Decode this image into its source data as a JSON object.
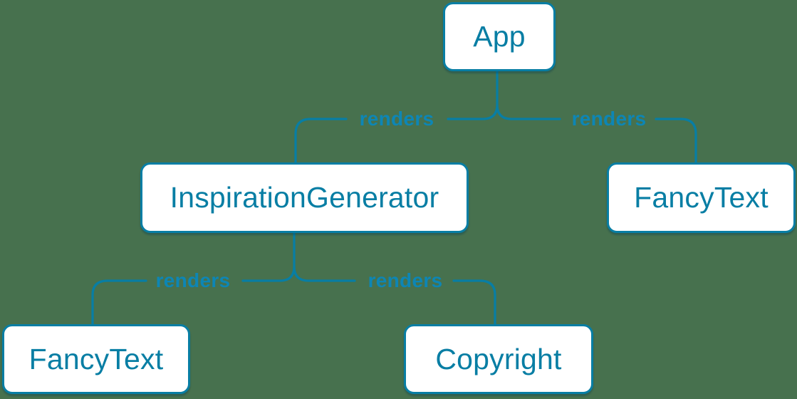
{
  "colors": {
    "background": "#47714e",
    "accent": "#087ea4",
    "edge_label": "#0d86b5",
    "node_fill": "#ffffff"
  },
  "diagram": {
    "type": "component-render-tree",
    "root": "App",
    "nodes": [
      {
        "id": "app",
        "label": "App"
      },
      {
        "id": "inspiration-generator",
        "label": "InspirationGenerator"
      },
      {
        "id": "fancy-text-top",
        "label": "FancyText"
      },
      {
        "id": "fancy-text-bottom",
        "label": "FancyText"
      },
      {
        "id": "copyright",
        "label": "Copyright"
      }
    ],
    "edges": [
      {
        "from": "App",
        "to": "InspirationGenerator",
        "label": "renders"
      },
      {
        "from": "App",
        "to": "FancyText",
        "label": "renders"
      },
      {
        "from": "InspirationGenerator",
        "to": "FancyText",
        "label": "renders"
      },
      {
        "from": "InspirationGenerator",
        "to": "Copyright",
        "label": "renders"
      }
    ]
  }
}
